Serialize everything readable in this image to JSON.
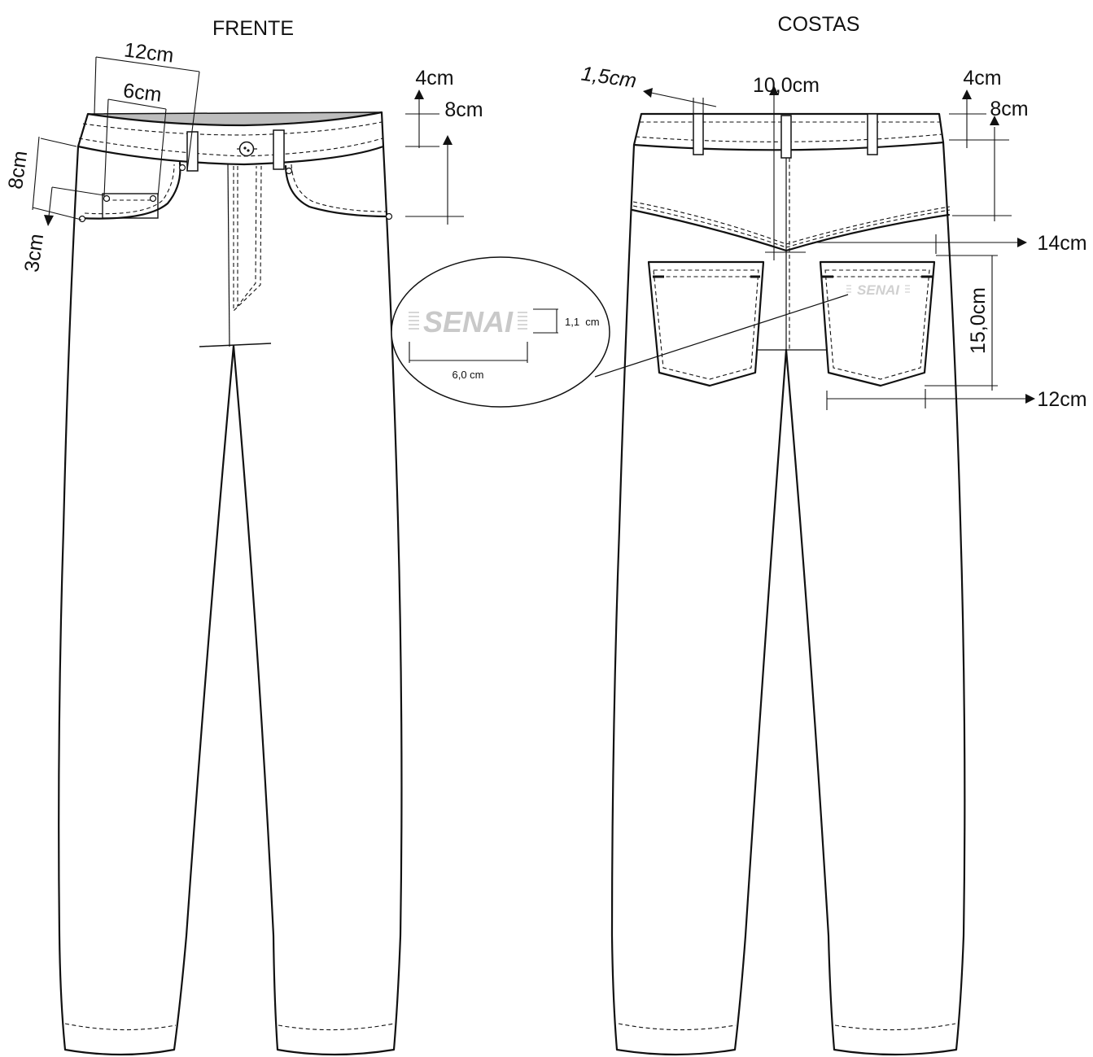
{
  "views": {
    "front": {
      "title": "FRENTE"
    },
    "back": {
      "title": "COSTAS"
    }
  },
  "front_measures": {
    "pocket_width": "12cm",
    "coin_pocket_width": "6cm",
    "pocket_depth": "8cm",
    "coin_pocket_depth": "3cm",
    "waistband_height": "4cm",
    "hip_depth": "8cm"
  },
  "back_measures": {
    "beltloop_width": "1,5cm",
    "center_loop_distance": "10,0cm",
    "waistband_height": "4cm",
    "yoke_depth": "8cm",
    "yoke_to_pocket": "14cm",
    "pocket_height": "15,0cm",
    "pocket_width": "12cm"
  },
  "logo_detail": {
    "brand": "SENAI",
    "height": "1,1  cm",
    "width": "6,0 cm"
  },
  "colors": {
    "line": "#111111",
    "waistband_inner": "#bdbdbd",
    "logo": "#c9c9c9"
  }
}
